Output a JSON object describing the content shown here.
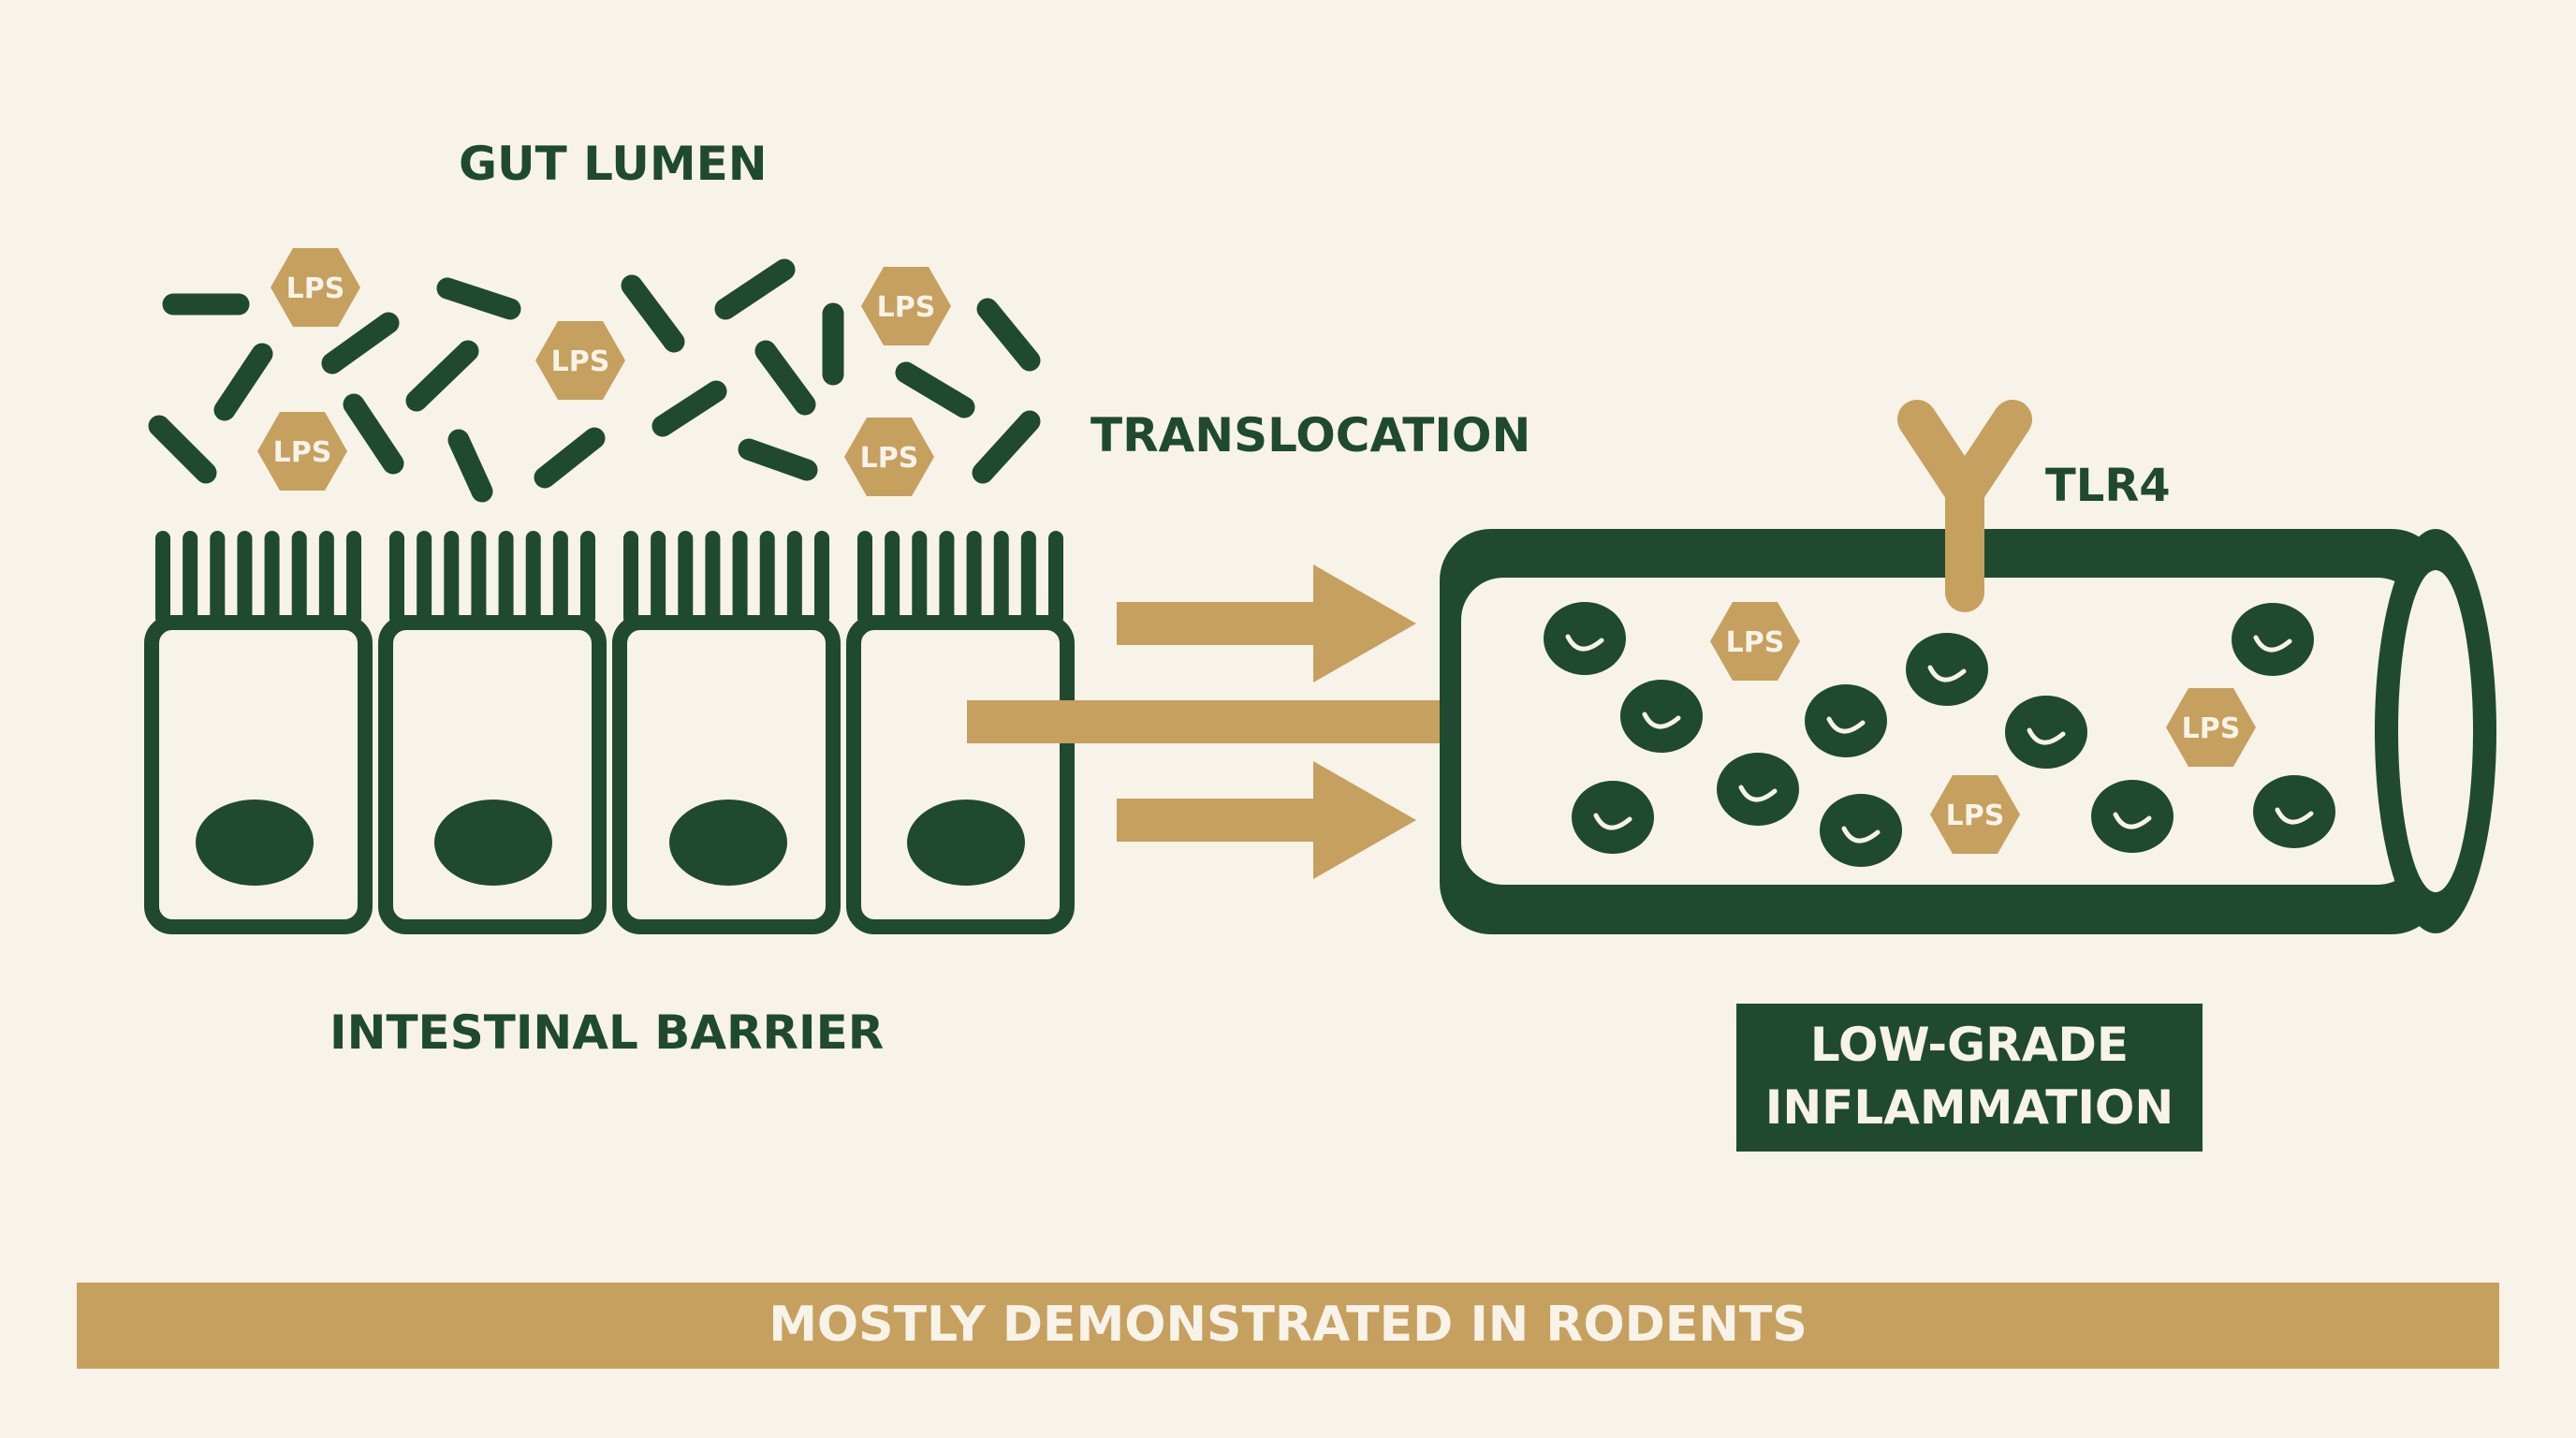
{
  "labels": {
    "gut_lumen": "GUT LUMEN",
    "translocation": "TRANSLOCATION",
    "tlr4": "TLR4",
    "intestinal_barrier": "INTESTINAL BARRIER",
    "inflammation_line1": "LOW-GRADE",
    "inflammation_line2": "INFLAMMATION",
    "footer": "MOSTLY DEMONSTRATED IN RODENTS"
  },
  "lps_label": "LPS",
  "colors": {
    "background": "#f8f3e9",
    "dark_green": "#1f4a30",
    "gold": "#c6a05f",
    "cream": "#f8f3e9"
  },
  "icons": [
    "bacteria-icon",
    "lps-hexagon-icon",
    "epithelial-cell-icon",
    "blood-vessel-icon",
    "immune-cell-icon",
    "tlr4-receptor-icon",
    "arrow-icon"
  ]
}
